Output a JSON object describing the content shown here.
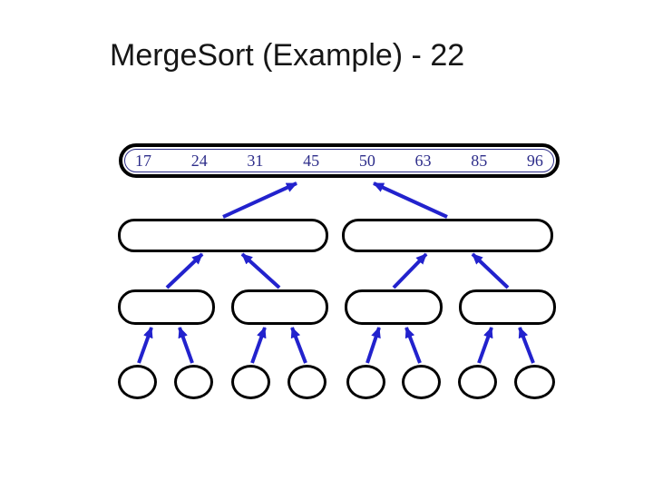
{
  "slide": {
    "title": "MergeSort (Example) - 22"
  },
  "diagram": {
    "type": "mergesort-merge-tree",
    "arrow_direction": "up",
    "root": {
      "values": [
        "17",
        "24",
        "31",
        "45",
        "50",
        "63",
        "85",
        "96"
      ]
    },
    "level2": [
      {
        "label": "",
        "values": []
      },
      {
        "label": "",
        "values": []
      }
    ],
    "level3": [
      {
        "label": "",
        "values": []
      },
      {
        "label": "",
        "values": []
      },
      {
        "label": "",
        "values": []
      },
      {
        "label": "",
        "values": []
      }
    ],
    "leaves": [
      {
        "value": ""
      },
      {
        "value": ""
      },
      {
        "value": ""
      },
      {
        "value": ""
      },
      {
        "value": ""
      },
      {
        "value": ""
      },
      {
        "value": ""
      },
      {
        "value": ""
      }
    ],
    "colors": {
      "arrow": "#2222cd",
      "number_text": "#2d2d8a",
      "node_outline": "#000000",
      "title_text": "#161616",
      "background": "#ffffff"
    }
  }
}
